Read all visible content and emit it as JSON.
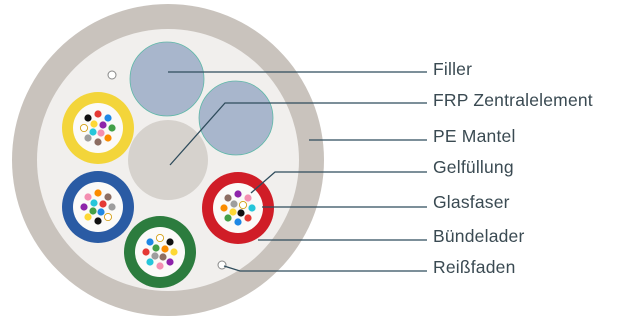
{
  "labels": {
    "filler": "Filler",
    "frp": "FRP Zentralelement",
    "pe_mantel": "PE Mantel",
    "gel": "Gelfüllung",
    "glasfaser": "Glasfaser",
    "buendelader": "Bündelader",
    "reissfaden": "Reißfaden"
  },
  "colors": {
    "sheath": "#c9c3bd",
    "core_bg": "#f1efed",
    "filler": "#a8b6cc",
    "frp": "#d6d2cd",
    "tube_yellow": "#f3d53a",
    "tube_blue": "#2a5ba4",
    "tube_green": "#2c7c3e",
    "tube_red": "#d01d27",
    "line": "#2f4c5c"
  },
  "fiber_colors": [
    "#e53935",
    "#1e88e5",
    "#43a047",
    "#fb8c00",
    "#8d6e63",
    "#9e9e9e",
    "#ffffff",
    "#111111",
    "#fdd835",
    "#8e24aa",
    "#f48fb1",
    "#26c6da"
  ]
}
